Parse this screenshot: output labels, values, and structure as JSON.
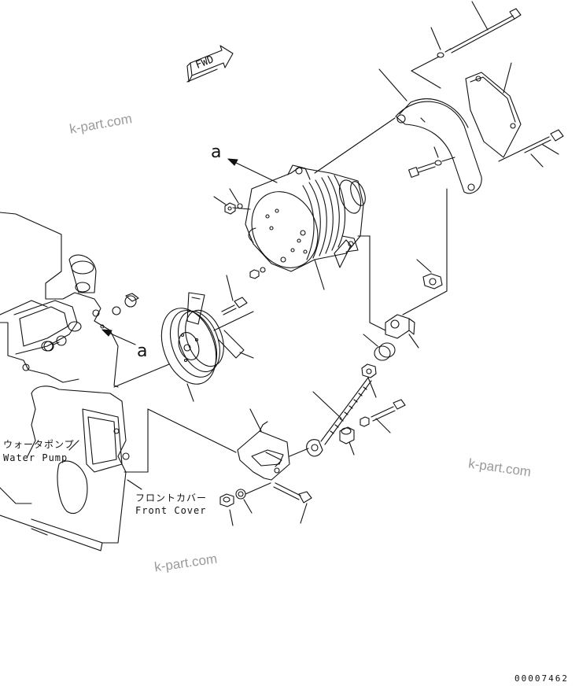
{
  "direction_marker": {
    "text": "FWD"
  },
  "view_letters": {
    "upper": "a",
    "lower": "a"
  },
  "callouts": {
    "water_pump_jp": "ウォータポンプ",
    "water_pump_en": "Water Pump",
    "front_cover_jp": "フロントカバー",
    "front_cover_en": "Front Cover"
  },
  "watermarks": [
    "k-part.com",
    "k-part.com",
    "k-part.com"
  ],
  "document_number": "00007462",
  "colors": {
    "ink": "#111111",
    "watermark": "#9a9a9a",
    "background": "#ffffff"
  }
}
